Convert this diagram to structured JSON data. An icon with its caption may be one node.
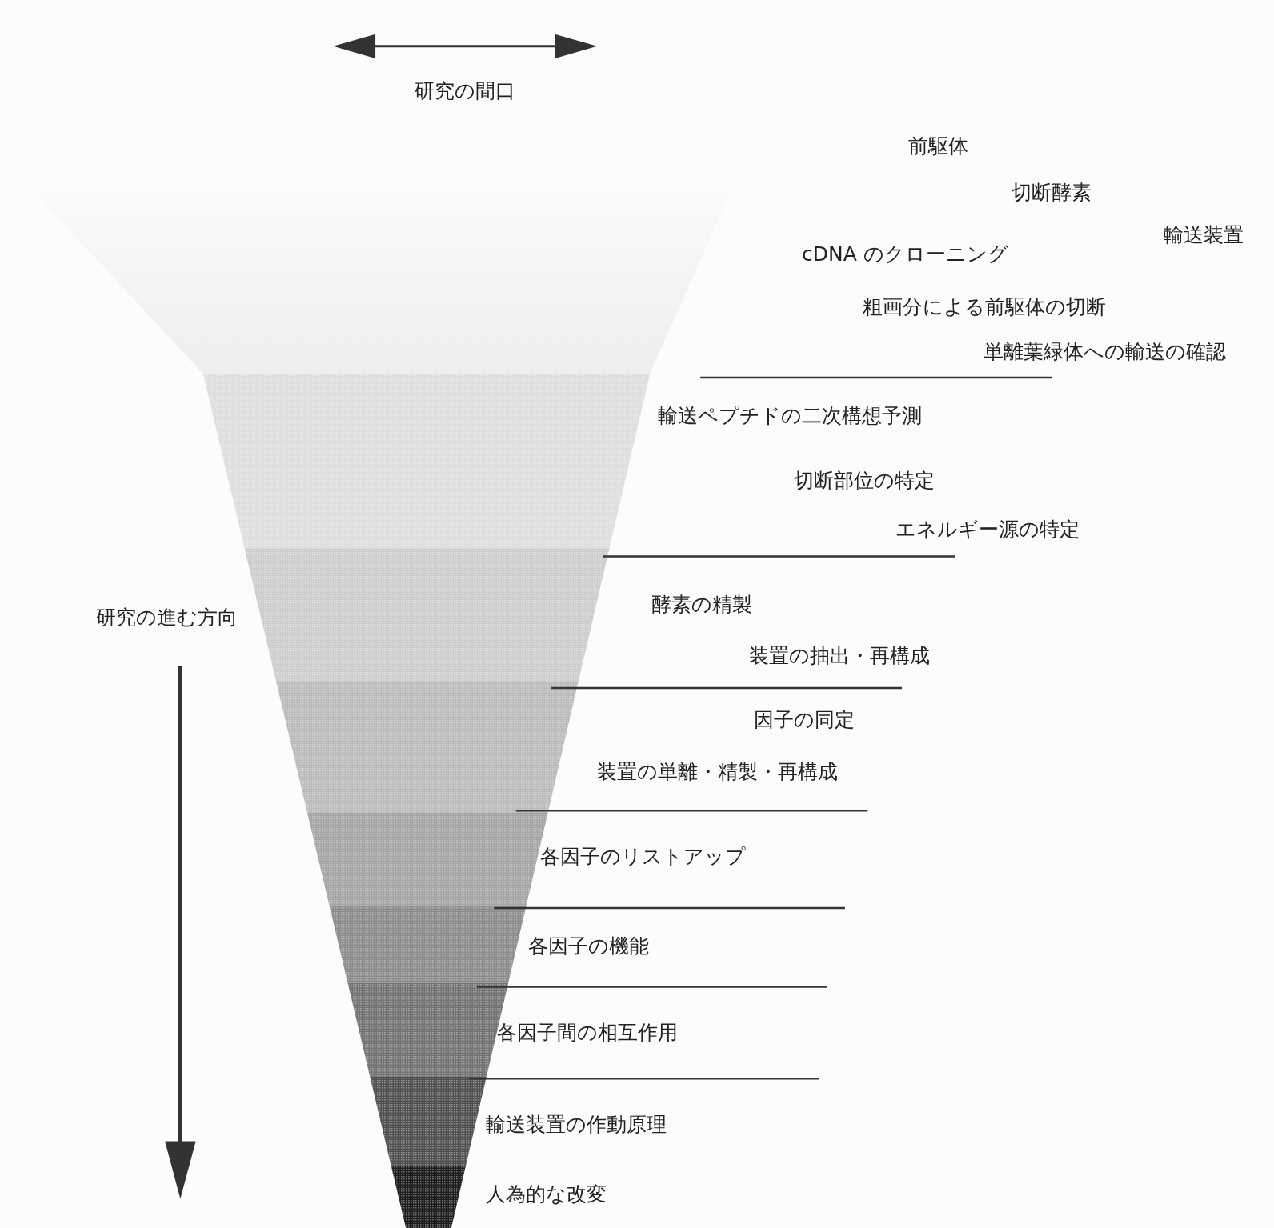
{
  "diagram": {
    "labels": [
      "研究の間口",
      "前駆体",
      "切断酵素",
      "輸送装置",
      "cDNA のクローニング",
      "粗画分による前駆体の切断",
      "単離葉緑体への輸送の確認",
      "輸送ペプチドの二次構想予測",
      "切断部位の特定",
      "エネルギー源の特定",
      "研究の進む方向",
      "酵素の精製",
      "装置の抽出・再構成",
      "因子の同定",
      "装置の単離・精製・再構成",
      "各因子のリストアップ",
      "各因子の機能",
      "各因子間の相互作用",
      "輸送装置の作動原理",
      "人為的な改変"
    ]
  }
}
